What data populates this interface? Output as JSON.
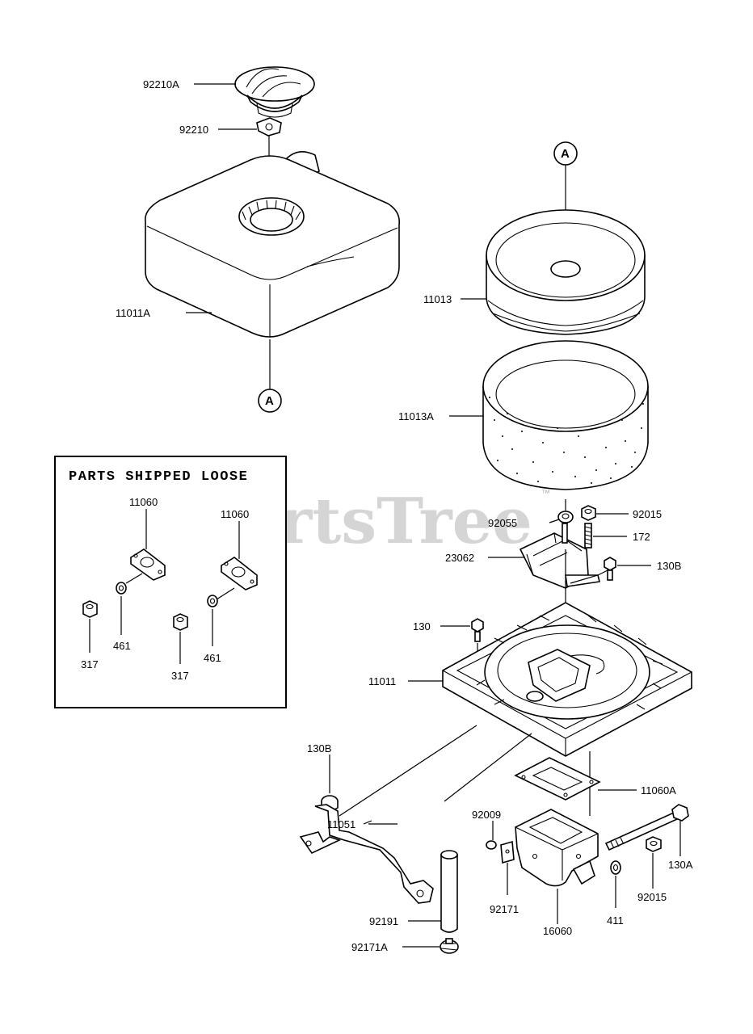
{
  "diagram": {
    "watermark": "PartsTree",
    "watermark_mark": "™",
    "reference_marker": "A",
    "loose_box_title": "PARTS SHIPPED LOOSE",
    "labels": {
      "p92210A": "92210A",
      "p92210": "92210",
      "p11011A": "11011A",
      "p11013": "11013",
      "p11013A": "11013A",
      "p92055": "92055",
      "p92015_top": "92015",
      "p172": "172",
      "p23062": "23062",
      "p130B_top": "130B",
      "p130": "130",
      "p11011": "11011",
      "p130B_left": "130B",
      "p11060A": "11060A",
      "p92009": "92009",
      "p130A": "130A",
      "p92015_bottom": "92015",
      "p411": "411",
      "p16060": "16060",
      "p92171": "92171",
      "p11051": "11051",
      "p92191": "92191",
      "p92171A": "92171A",
      "box_11060_a": "11060",
      "box_11060_b": "11060",
      "box_461_a": "461",
      "box_461_b": "461",
      "box_317_a": "317",
      "box_317_b": "317"
    }
  }
}
